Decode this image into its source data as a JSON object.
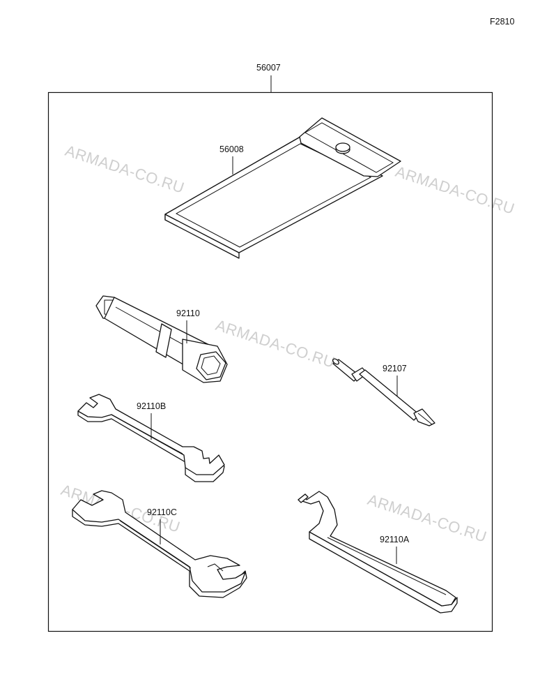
{
  "figure_code": "F2810",
  "assembly": {
    "part_number": "56007"
  },
  "parts": {
    "pouch": {
      "part_number": "56008"
    },
    "box_wrench": {
      "part_number": "92110"
    },
    "screwdriver": {
      "part_number": "92107"
    },
    "open_wrench_small": {
      "part_number": "92110B"
    },
    "open_wrench_large": {
      "part_number": "92110C"
    },
    "hook_wrench": {
      "part_number": "92110A"
    }
  },
  "watermarks": [
    "ARMADA-CO.RU",
    "ARMADA-CO.RU",
    "ARMADA-CO.RU",
    "ARMADA-CO.RU",
    "ARMADA-CO.RU"
  ]
}
